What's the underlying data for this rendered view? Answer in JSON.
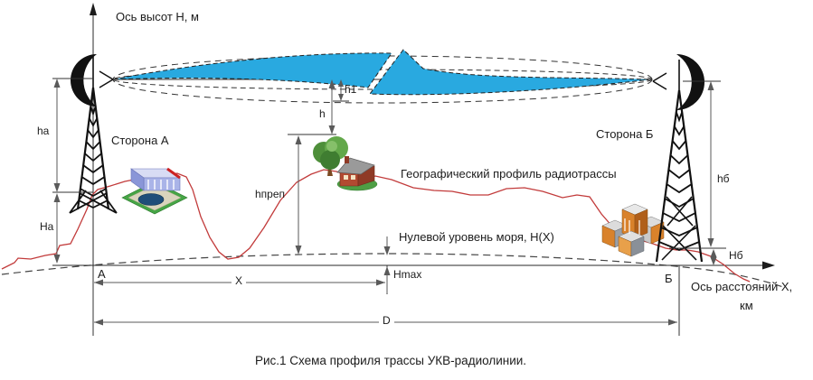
{
  "caption": "Рис.1 Схема профиля трассы УКВ-радиолинии.",
  "axes": {
    "height_axis": "Ось высот Н, м",
    "distance_axis_line1": "Ось расстояний Х,",
    "distance_axis_line2": "км"
  },
  "sides": {
    "a": "Сторона А",
    "b": "Сторона Б"
  },
  "annotations": {
    "profile": "Географический профиль радиотрассы",
    "sea_level": "Нулевой уровень моря, Н(Х)"
  },
  "dimensions": {
    "ha": "ha",
    "Ha": "На",
    "h": "h",
    "h1": "h1",
    "h_obstacle": "hпреп",
    "hb": "hб",
    "Hb": "Нб",
    "Hmax": "Hmax",
    "X": "X",
    "D": "D"
  },
  "points": {
    "a": "А",
    "b": "Б"
  },
  "colors": {
    "bolt": "#29a9e0",
    "profile": "#c23b3b",
    "dimension": "#5a5a5a",
    "ink": "#1c1c1c"
  }
}
